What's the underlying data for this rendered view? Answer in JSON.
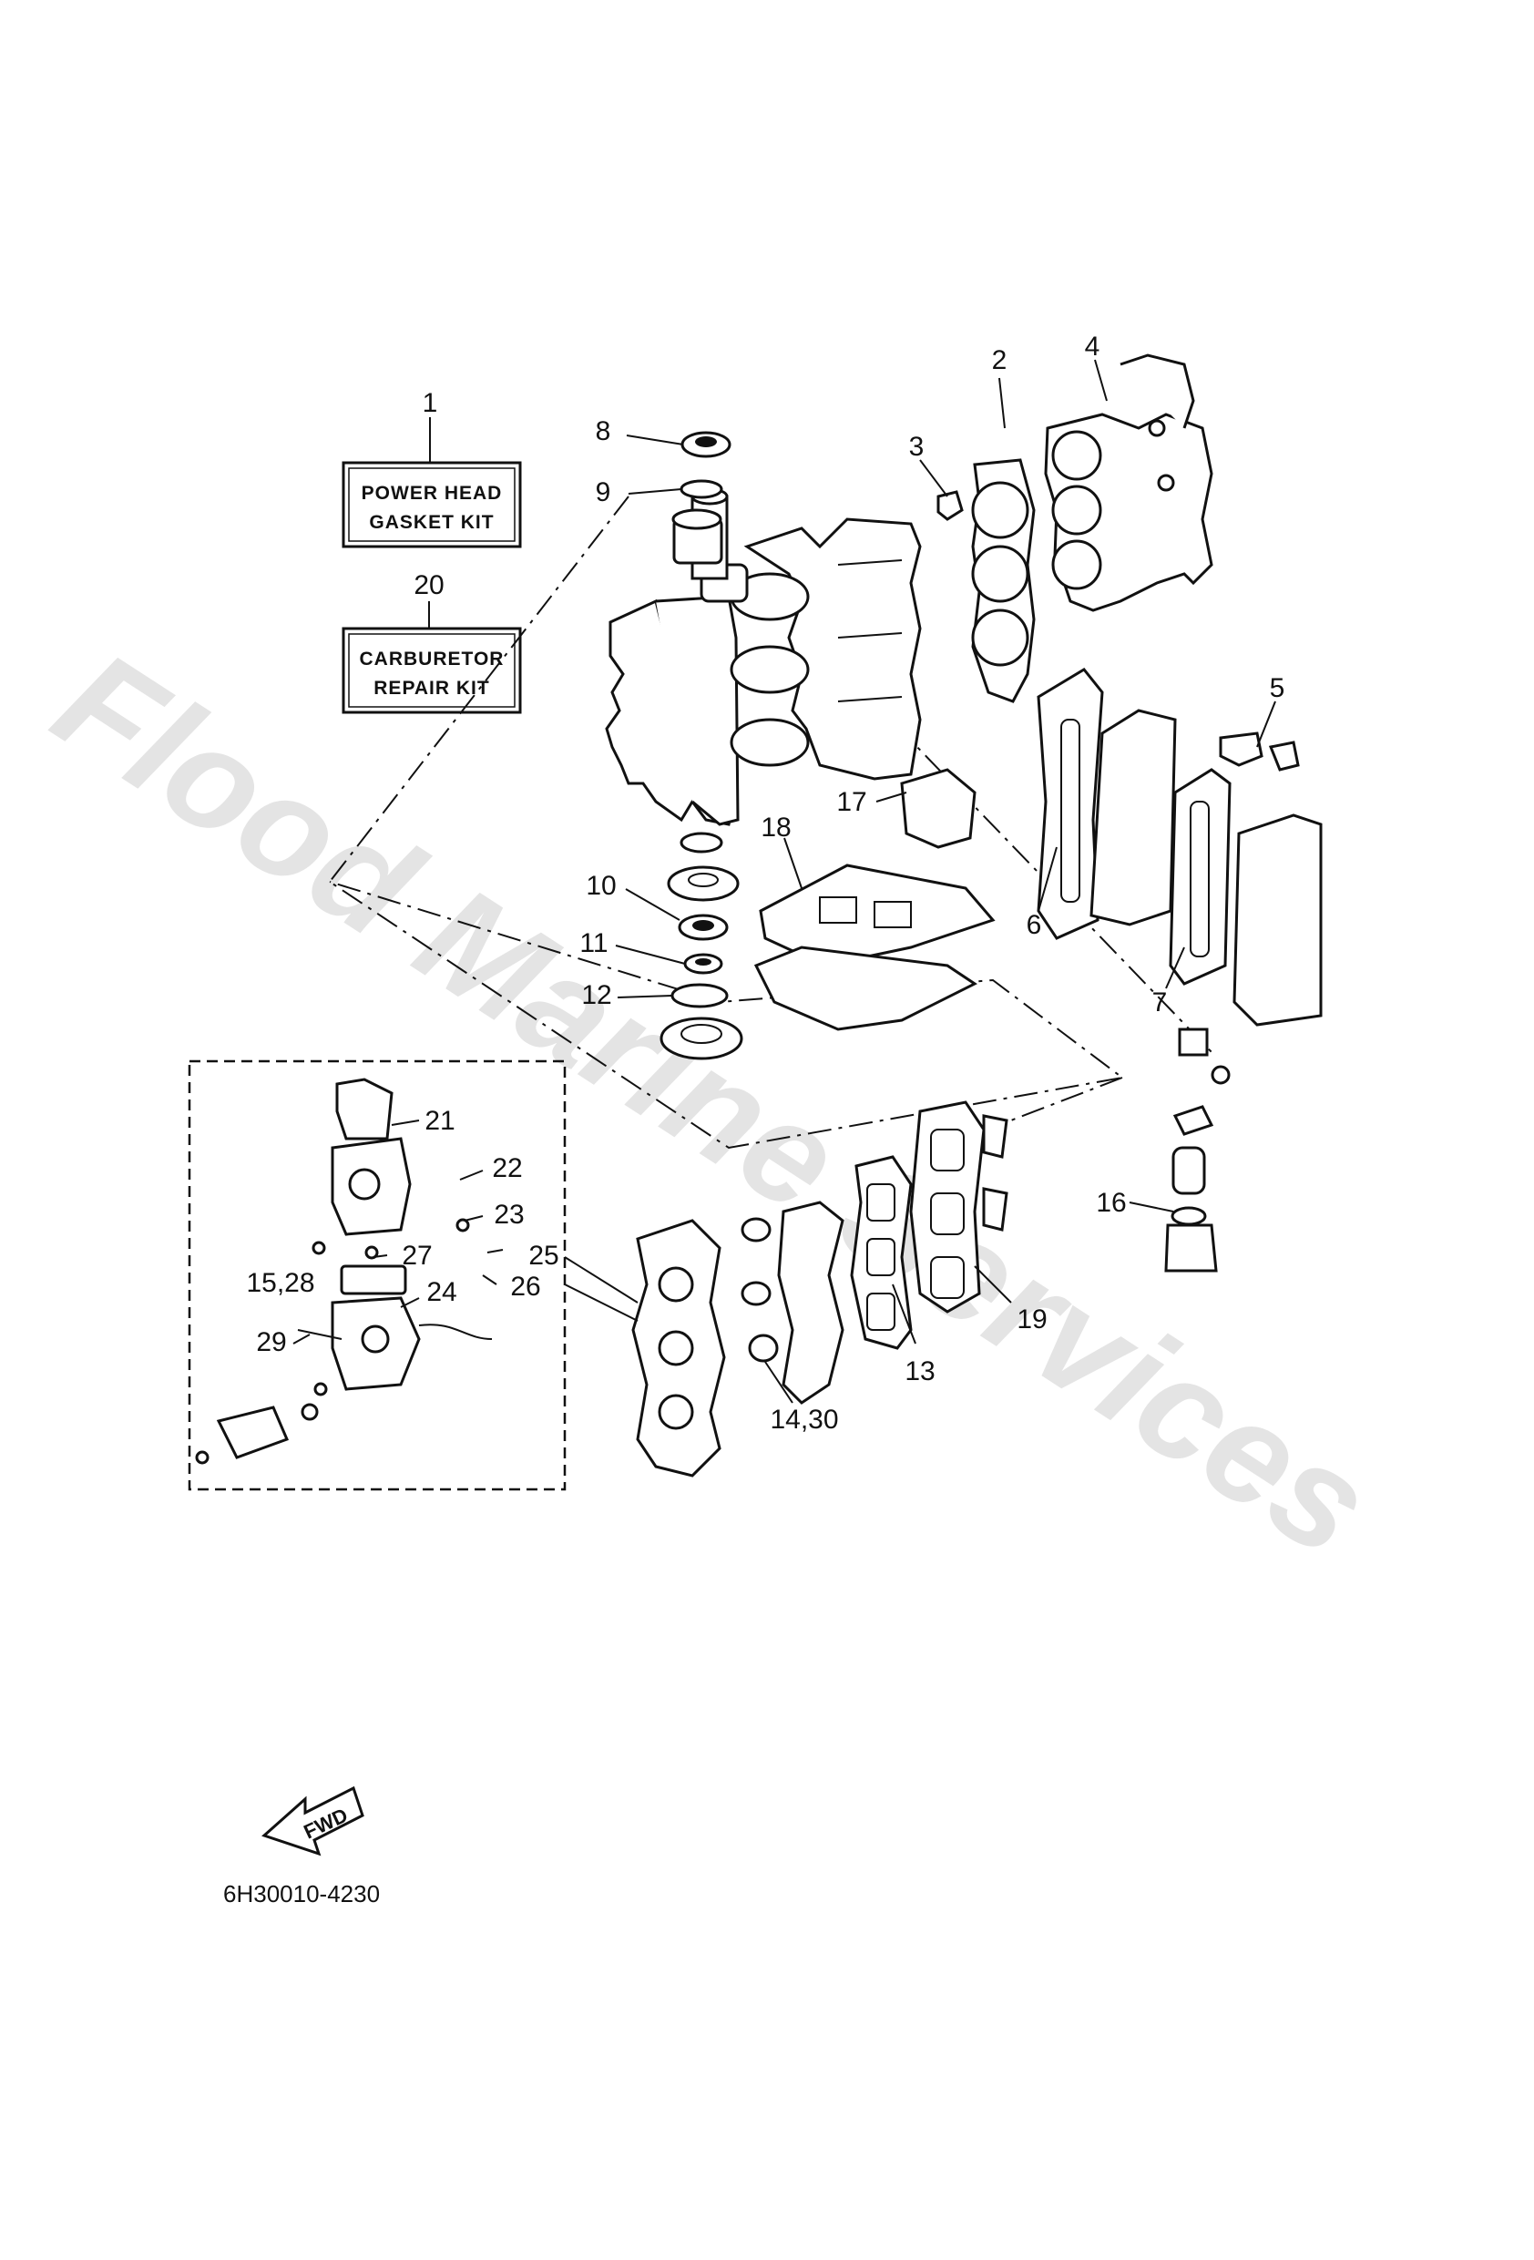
{
  "watermark": "Flood Marine Services",
  "kits": {
    "power_head": {
      "number": "1",
      "line1": "POWER HEAD",
      "line2": "GASKET KIT"
    },
    "carburetor": {
      "number": "20",
      "line1": "CARBURETOR",
      "line2": "REPAIR KIT"
    }
  },
  "callouts": [
    "2",
    "3",
    "4",
    "5",
    "6",
    "7",
    "8",
    "9",
    "10",
    "11",
    "12",
    "13",
    "14,30",
    "15,28",
    "16",
    "17",
    "18",
    "19",
    "21",
    "22",
    "23",
    "24",
    "25",
    "26",
    "27",
    "29"
  ],
  "fwd_label": "FWD",
  "diagram_code": "6H30010-4230"
}
